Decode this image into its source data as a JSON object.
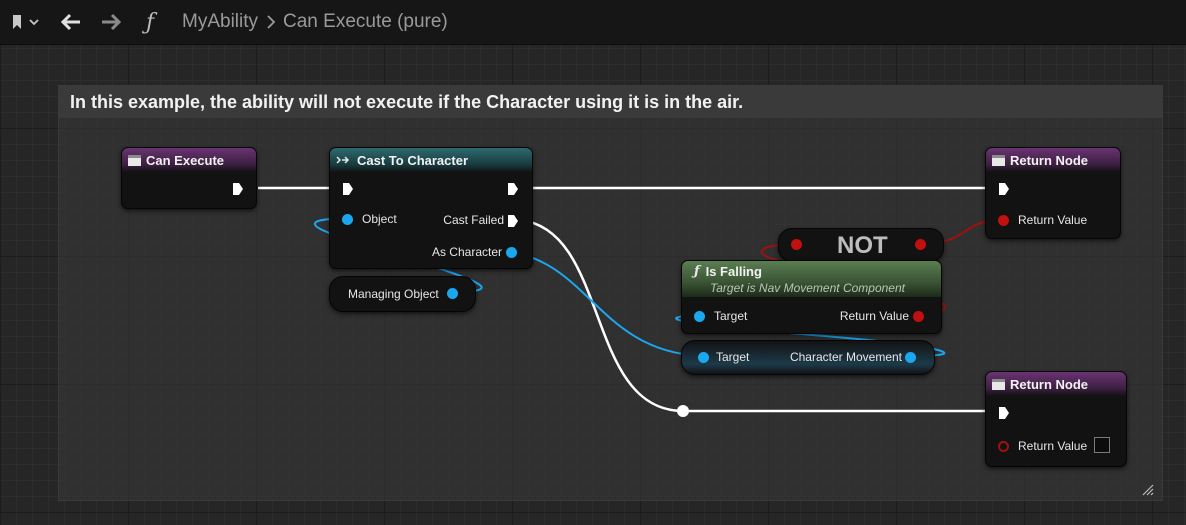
{
  "breadcrumb": {
    "blueprint": "MyAbility",
    "function": "Can Execute (pure)"
  },
  "comment": {
    "text": "In this example, the ability will not execute if the Character using it is in the air."
  },
  "nodes": {
    "can_execute": {
      "title": "Can Execute"
    },
    "cast": {
      "title": "Cast To Character",
      "object": "Object",
      "cast_failed": "Cast Failed",
      "as_character": "As Character"
    },
    "managing_object": {
      "label": "Managing Object"
    },
    "return1": {
      "title": "Return Node",
      "return_value": "Return Value"
    },
    "not": {
      "label": "NOT"
    },
    "is_falling": {
      "title": "Is Falling",
      "subtitle": "Target is Nav Movement Component",
      "target": "Target",
      "return_value": "Return Value"
    },
    "char_movement": {
      "target": "Target",
      "output": "Character Movement"
    },
    "return2": {
      "title": "Return Node",
      "return_value": "Return Value"
    }
  },
  "colors": {
    "exec_wire": "#ffffff",
    "object_wire": "#1aa7f0",
    "bool_wire": "#a01010",
    "function_header": "#6a3372",
    "cast_header": "#2e6a6f",
    "pure_header": "#5a7e52"
  }
}
